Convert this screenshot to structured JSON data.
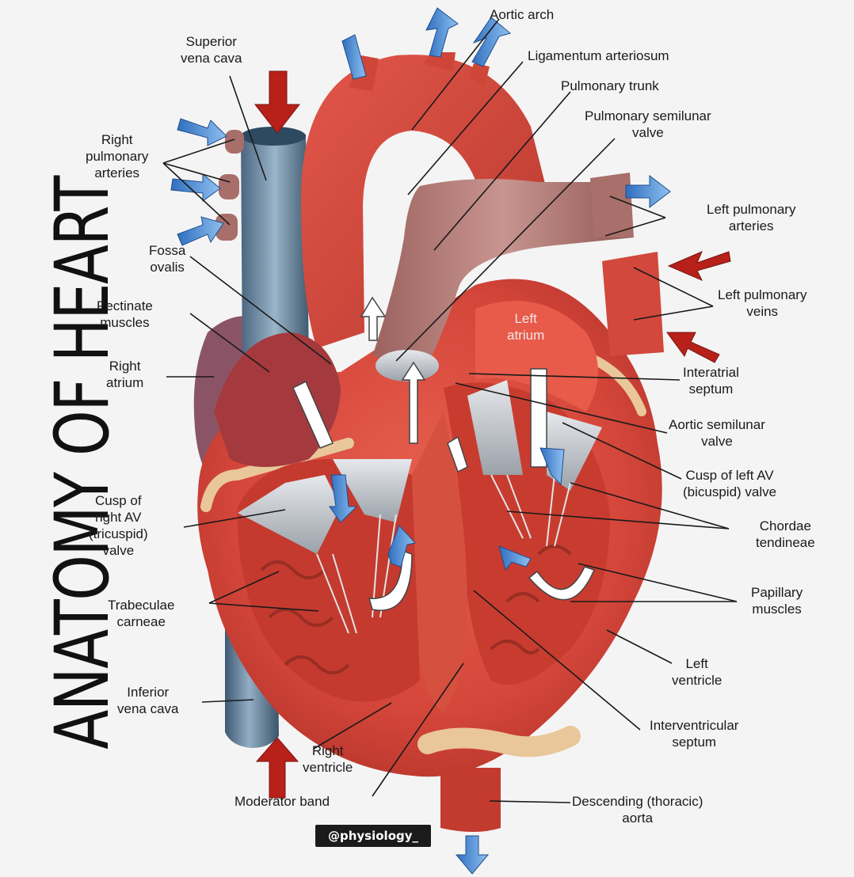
{
  "title": "ANATOMY OF HEART",
  "watermark": "@physiology_",
  "labels": {
    "aortic_arch": [
      "Aortic arch"
    ],
    "ligamentum_arteriosum": [
      "Ligamentum arteriosum"
    ],
    "pulmonary_trunk": [
      "Pulmonary trunk"
    ],
    "pulmonary_semilunar_valve": [
      "Pulmonary semilunar",
      "valve"
    ],
    "superior_vena_cava": [
      "Superior",
      "vena cava"
    ],
    "right_pulmonary_arteries": [
      "Right",
      "pulmonary",
      "arteries"
    ],
    "fossa_ovalis": [
      "Fossa",
      "ovalis"
    ],
    "pectinate_muscles": [
      "Pectinate",
      "muscles"
    ],
    "right_atrium": [
      "Right",
      "atrium"
    ],
    "left_pulmonary_arteries": [
      "Left pulmonary",
      "arteries"
    ],
    "left_pulmonary_veins": [
      "Left pulmonary",
      "veins"
    ],
    "left_atrium": [
      "Left",
      "atrium"
    ],
    "interatrial_septum": [
      "Interatrial",
      "septum"
    ],
    "aortic_semilunar_valve": [
      "Aortic semilunar",
      "valve"
    ],
    "cusp_left_av": [
      "Cusp of left AV",
      "(bicuspid) valve"
    ],
    "chordae_tendineae": [
      "Chordae",
      "tendineae"
    ],
    "cusp_right_av": [
      "Cusp of",
      "right AV",
      "(tricuspid)",
      "valve"
    ],
    "papillary_muscles": [
      "Papillary",
      "muscles"
    ],
    "trabeculae_carneae": [
      "Trabeculae",
      "carneae"
    ],
    "left_ventricle": [
      "Left",
      "ventricle"
    ],
    "inferior_vena_cava": [
      "Inferior",
      "vena cava"
    ],
    "interventricular_septum": [
      "Interventricular",
      "septum"
    ],
    "right_ventricle": [
      "Right",
      "ventricle"
    ],
    "moderator_band": [
      "Moderator band"
    ],
    "descending_aorta": [
      "Descending (thoracic)",
      "aorta"
    ]
  },
  "colors": {
    "heart_red": "#d8463a",
    "dark_red": "#a8261e",
    "vein_blue": "#5d7d98",
    "artery_mauve": "#b97d78",
    "valve_gray": "#c9cdd2",
    "fat_yellow": "#e9c79a",
    "oxy_arrow": "#b8201a",
    "deoxy_arrow": "#4d8fd4"
  }
}
